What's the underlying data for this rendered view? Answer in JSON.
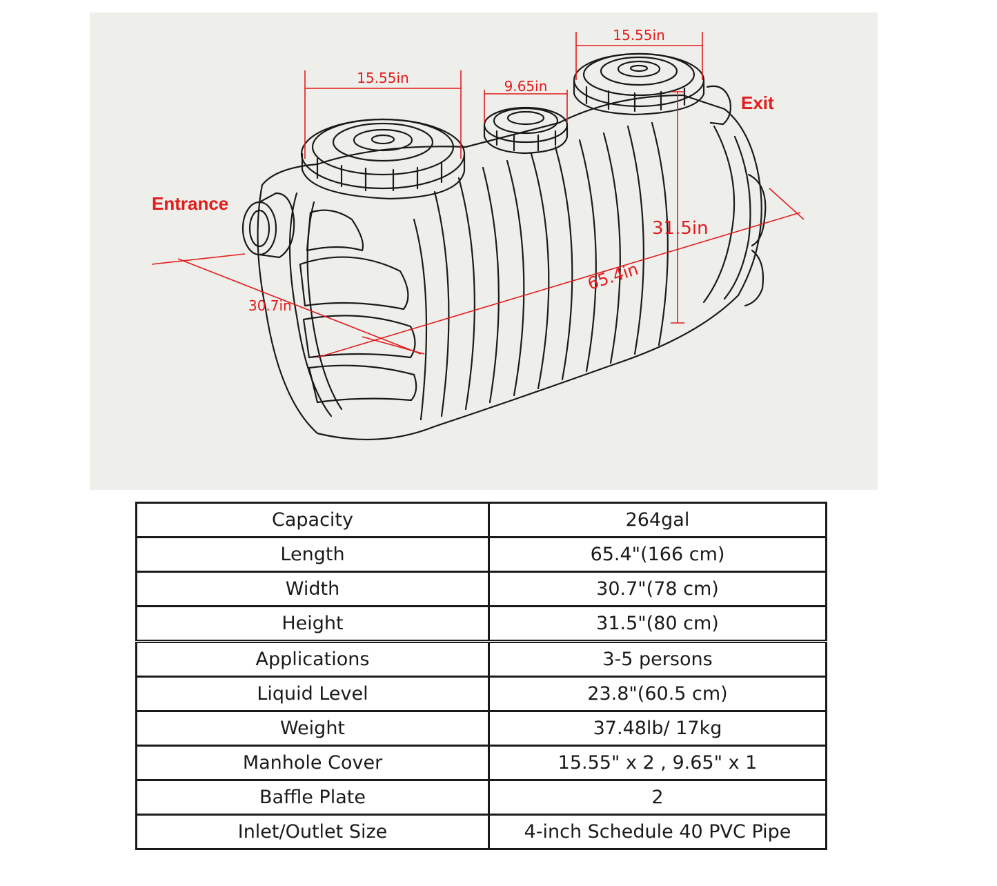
{
  "diagram": {
    "colors": {
      "dimension": "#e21b1b",
      "outline": "#1a1a1a",
      "background": "#eeeeea"
    },
    "dimensions": {
      "left_cover": "15.55in",
      "middle_cover": "9.65in",
      "right_cover": "15.55in",
      "height": "31.5in",
      "length": "65.4in",
      "width": "30.7in"
    },
    "callouts": {
      "entrance": "Entrance",
      "exit": "Exit"
    }
  },
  "specs": [
    {
      "label": "Capacity",
      "value": "264gal"
    },
    {
      "label": "Length",
      "value": "65.4\"(166 cm)"
    },
    {
      "label": "Width",
      "value": "30.7\"(78 cm)"
    },
    {
      "label": "Height",
      "value": "31.5\"(80 cm)"
    },
    {
      "label": "Applications",
      "value": "3-5 persons"
    },
    {
      "label": "Liquid Level",
      "value": "23.8\"(60.5 cm)"
    },
    {
      "label": "Weight",
      "value": "37.48lb/ 17kg"
    },
    {
      "label": "Manhole Cover",
      "value": "15.55\" x 2 , 9.65\" x 1"
    },
    {
      "label": "Baffle Plate",
      "value": "2"
    },
    {
      "label": "Inlet/Outlet Size",
      "value": "4-inch Schedule 40 PVC Pipe"
    }
  ]
}
